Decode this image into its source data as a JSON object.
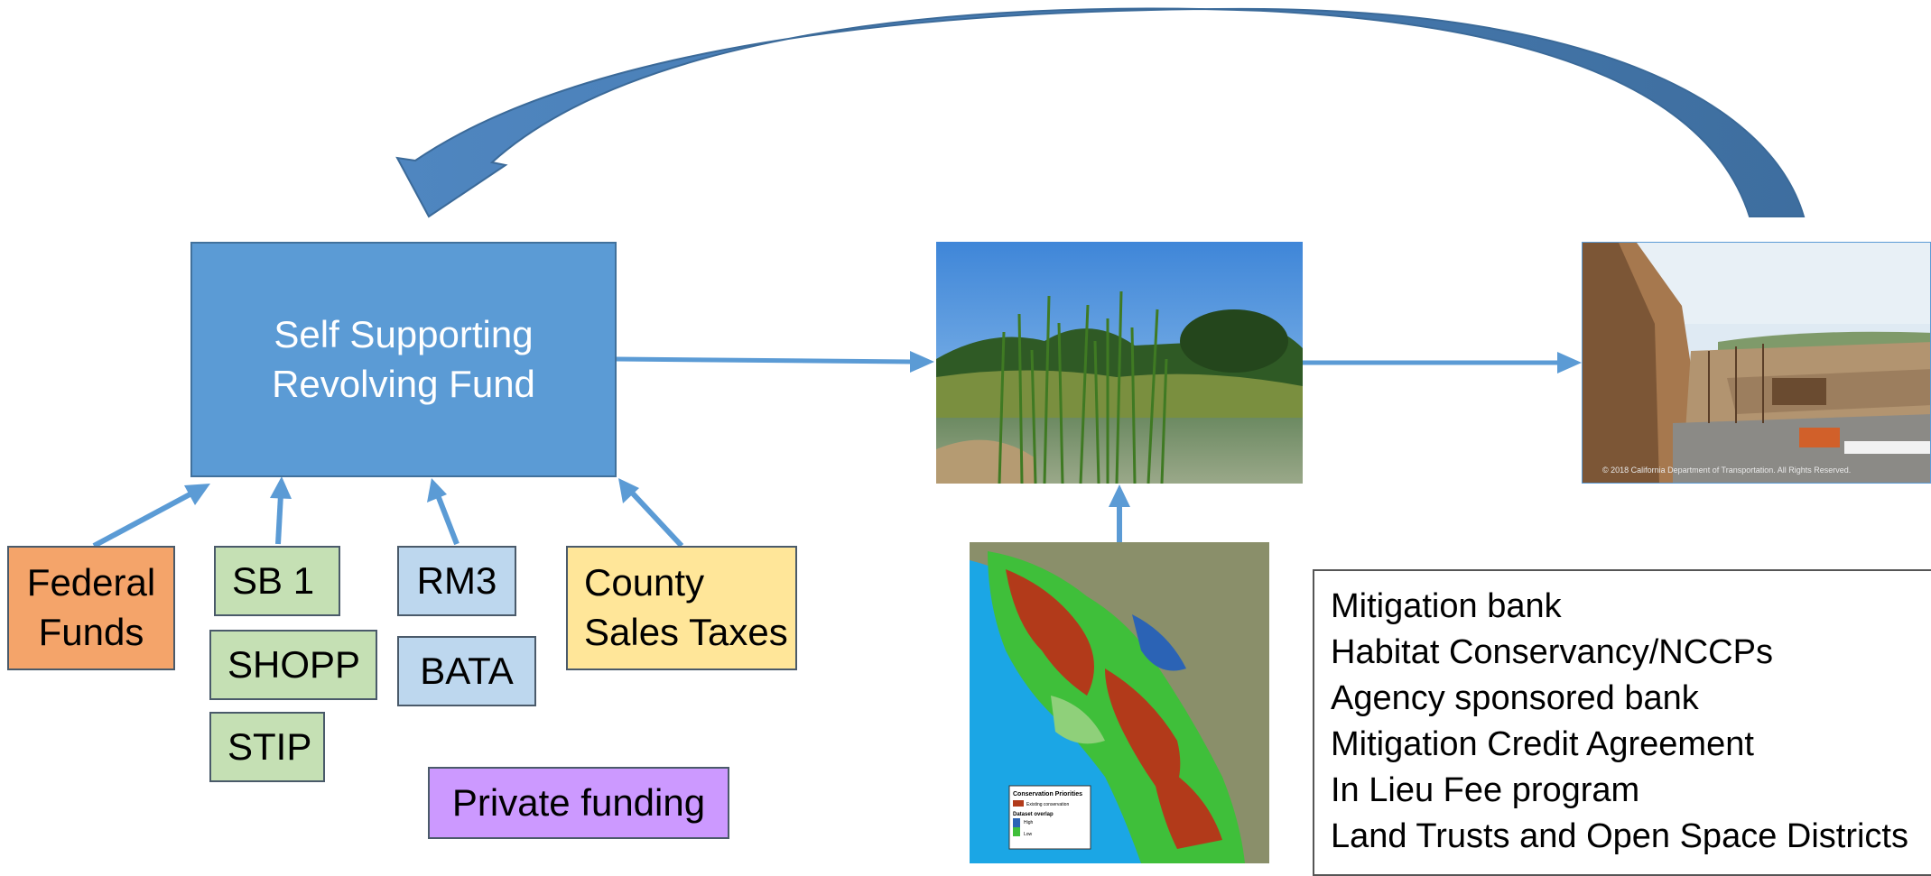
{
  "fund": {
    "label": "Self Supporting\nRevolving Fund"
  },
  "sources": {
    "federal": "Federal\nFunds",
    "sb1": "SB 1",
    "shopp": "SHOPP",
    "stip": "STIP",
    "rm3": "RM3",
    "bata": "BATA",
    "county": "County\nSales Taxes",
    "private": "Private funding"
  },
  "map_legend": {
    "title": "Conservation Priorities",
    "existing": "Existing conservation",
    "overlap": "Dataset overlap",
    "high": "High",
    "low": "Low"
  },
  "photo_caption": "© 2018 California Department of Transportation. All Rights Reserved.",
  "mechanisms": [
    "Mitigation bank",
    "Habitat Conservancy/NCCPs",
    "Agency sponsored bank",
    "Mitigation Credit Agreement",
    "In Lieu Fee program",
    "Land Trusts and Open Space Districts"
  ],
  "colors": {
    "arrow": "#5b9bd5",
    "fund": "#5b9bd5",
    "federal": "#f4a46a",
    "state": "#c5e0b4",
    "regional": "#bdd7ee",
    "county": "#ffe699",
    "private": "#cc99ff"
  }
}
